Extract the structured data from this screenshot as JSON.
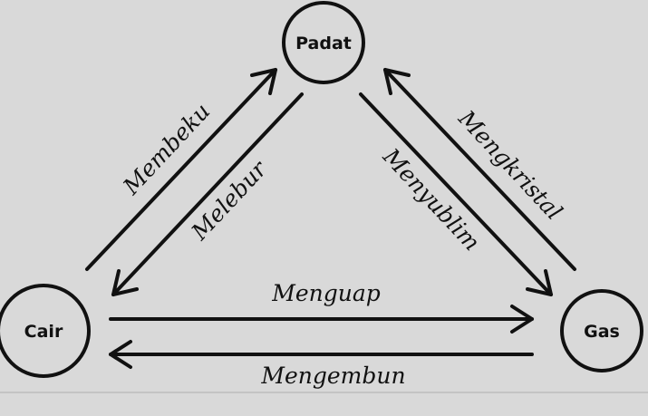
{
  "nodes": {
    "padat": "Padat",
    "cair": "Cair",
    "gas": "Gas"
  },
  "edges": {
    "membeku": "Membeku",
    "melebur": "Melebur",
    "mengkristal": "Mengkristal",
    "menyublim": "Menyublim",
    "menguap": "Menguap",
    "mengembun": "Mengembun"
  },
  "colors": {
    "background": "#d9d9d9",
    "stroke": "#111111"
  }
}
